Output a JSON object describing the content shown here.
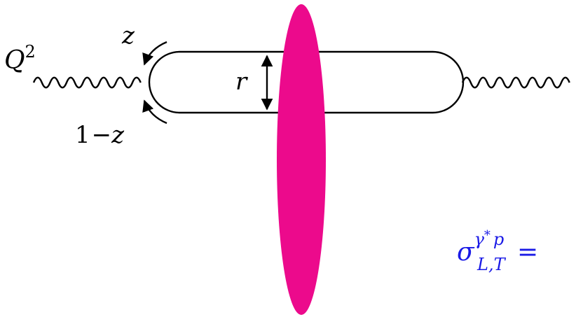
{
  "labels": {
    "virtuality": "Q",
    "virtuality_exponent": "2",
    "momentum_fraction": "z",
    "complement_one": "1",
    "complement_minus": "−",
    "complement_z": "z",
    "dipole_size": "r"
  },
  "formula": {
    "sigma": "σ",
    "superscript_gamma": "γ",
    "superscript_star": "*",
    "superscript_p": "p",
    "subscript": "L,T",
    "equals": "="
  },
  "colors": {
    "proton": "#ec0a8c",
    "lines": "#000000",
    "formula": "#1a1ae6"
  }
}
